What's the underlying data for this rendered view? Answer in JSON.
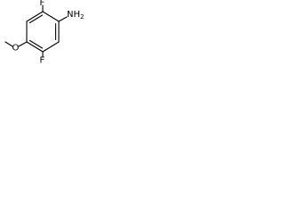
{
  "molecule": {
    "labels": {
      "fluorine_top": "F",
      "amine": "NH",
      "amine_subscript": "2",
      "oxygen": "O",
      "fluorine_bottom": "F"
    }
  }
}
